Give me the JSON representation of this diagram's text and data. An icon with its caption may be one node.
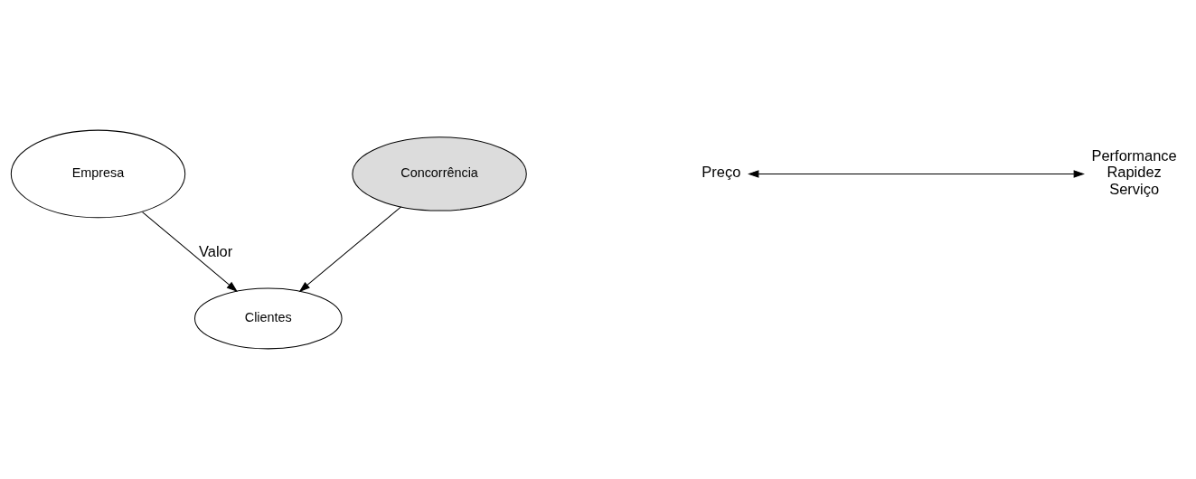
{
  "diagram": {
    "nodes": [
      {
        "text": [
          "Clientes"
        ]
      },
      {
        "text": [
          "Empresa"
        ]
      },
      {
        "text": [
          "Concorrência"
        ]
      },
      {
        "text": [
          "Preço"
        ]
      },
      {
        "text": [
          "Performance",
          "Rapidez",
          "Serviço"
        ]
      }
    ],
    "edges": [
      {
        "from": 1,
        "to": 0,
        "arrow": "to",
        "label": "Valor"
      },
      {
        "from": 2,
        "to": 0,
        "arrow": "to"
      },
      {
        "from": 3,
        "to": 4,
        "arrow": "both"
      }
    ]
  }
}
